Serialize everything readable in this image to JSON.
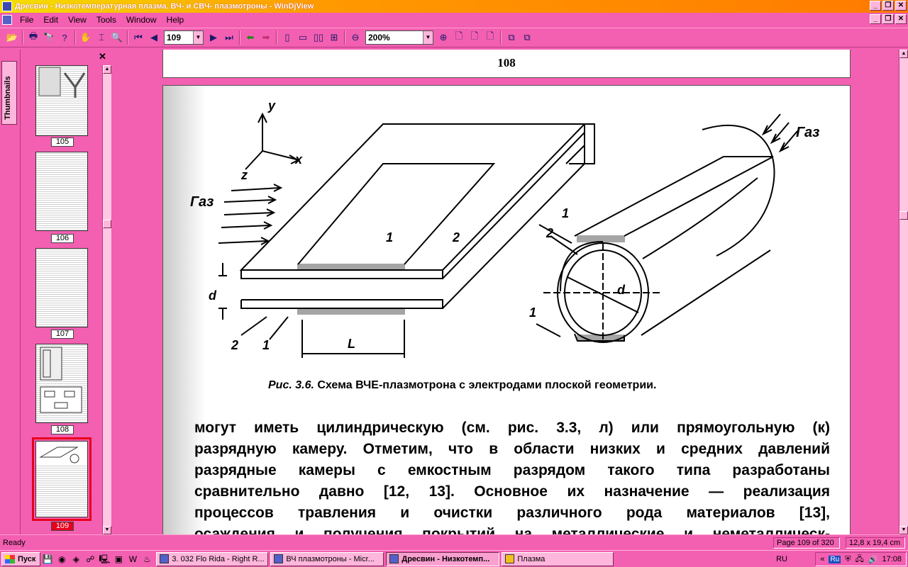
{
  "window": {
    "title": "Дресвин - Низкотемпературная плазма. ВЧ- и СВЧ- плазмотроны - WinDjView",
    "controls": [
      "_",
      "❐",
      "✕"
    ]
  },
  "menu": {
    "items": [
      "File",
      "Edit",
      "View",
      "Tools",
      "Window",
      "Help"
    ]
  },
  "toolbar": {
    "page_value": "109",
    "zoom_value": "200%"
  },
  "thumbnails": {
    "tab_label": "Thumbnails",
    "close": "✕",
    "items": [
      {
        "label": "105"
      },
      {
        "label": "106"
      },
      {
        "label": "107"
      },
      {
        "label": "108"
      },
      {
        "label": "109"
      }
    ]
  },
  "document": {
    "prev_page_number": "108",
    "figure": {
      "axis_y": "y",
      "axis_x": "x",
      "axis_z": "z",
      "gas_left": "Газ",
      "gas_right": "Газ",
      "label_1": "1",
      "label_2": "2",
      "label_d": "d",
      "label_L": "L"
    },
    "caption_prefix": "Рис. 3.6.",
    "caption_text": "Схема ВЧЕ-плазмотрона с электродами плоской геометрии.",
    "body_lines": [
      "могут иметь цилиндрическую (см. рис. 3.3, л) или прямоугольную (к)",
      "разрядную камеру. Отметим, что в области низких и средних давлений",
      "разрядные камеры с емкостным разрядом такого типа разработаны",
      "сравнительно давно [12, 13]. Основное их назначение — реализация",
      "процессов травления и очистки различного рода материалов [13],",
      "осаждения и получения покрытий на металлические и неметаллическ-"
    ]
  },
  "status": {
    "left": "Ready",
    "page": "Page 109 of 320",
    "size": "12,8 x 19,4 cm"
  },
  "taskbar": {
    "start": "Пуск",
    "tasks": [
      "3. 032 Flo Rida - Right R...",
      "ВЧ плазмотроны - Micr...",
      "Дресвин - Низкотемп...",
      "Плазма"
    ],
    "lang_text": "RU",
    "lang_badge": "Ru",
    "chevron": "«",
    "clock": "17:08"
  }
}
